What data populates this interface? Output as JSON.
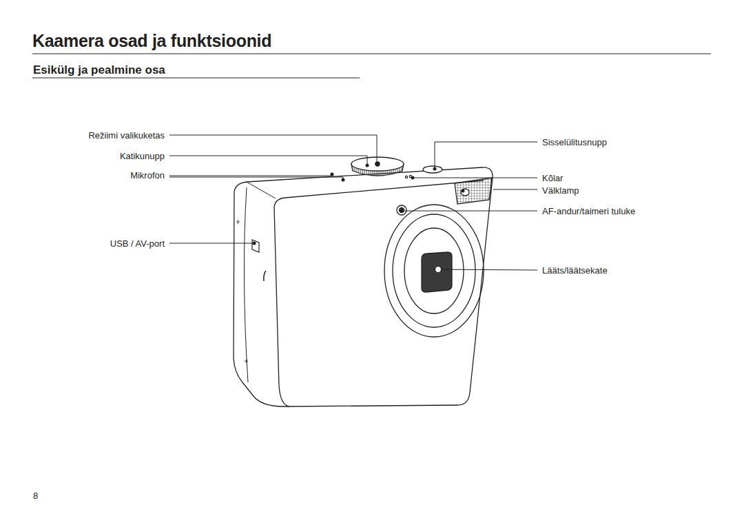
{
  "diagram": {
    "title": "Kaamera osad ja funktsioonid",
    "labels": [
      "Esikülg ja pealmine osa",
      "Režiimi valikuketas",
      "Katikunupp",
      "Mikrofon",
      "USB / AV-port",
      "Sisselülitusnupp",
      "Kõlar",
      "Välklamp",
      "AF-andur/taimeri tuluke",
      "Lääts/läätsekate",
      "8"
    ]
  }
}
